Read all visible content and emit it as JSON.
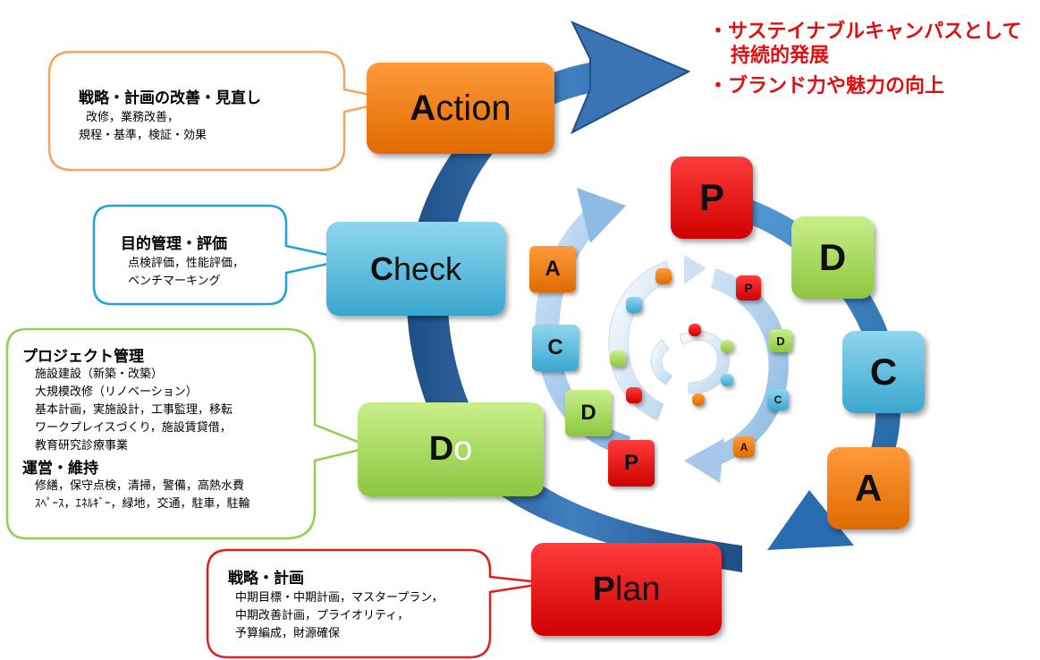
{
  "colors": {
    "plan": "#ff0000",
    "do": "#92d050",
    "check": "#4bacc6",
    "action": "#f07c00",
    "goal_text": "#e01010",
    "arrow": "#2e6da4"
  },
  "goals": [
    "・サステイナブルキャンパスとして",
    "持続的発展",
    "・ブランド力や魅力の向上"
  ],
  "phases": {
    "action": {
      "initial": "A",
      "rest": "ction"
    },
    "check": {
      "initial": "C",
      "rest": "heck"
    },
    "do": {
      "initial": "D",
      "rest": "o"
    },
    "plan": {
      "initial": "P",
      "rest": "lan"
    }
  },
  "callouts": {
    "action": {
      "title": "戦略・計画の改善・見直し",
      "lines": [
        "改修，業務改善，",
        "規程・基準，検証・効果"
      ]
    },
    "check": {
      "title": "目的管理・評価",
      "lines": [
        "点検評価，性能評価，",
        "ベンチマーキング"
      ]
    },
    "do": {
      "title": "プロジェクト管理",
      "lines": [
        "施設建設（新築・改築）",
        "大規模改修（リノベーション）",
        "基本計画，実施設計，工事監理，移転",
        "ワークプレイスづくり，施設賃貸借，",
        "教育研究診療事業"
      ],
      "title2": "運営・維持",
      "lines2": [
        "修繕，保守点検，清掃，警備，高熱水費",
        "ｽﾍﾟｰｽ，ｴﾈﾙｷﾞｰ，緑地，交通，駐車，駐輪"
      ]
    },
    "plan": {
      "title": "戦略・計画",
      "lines": [
        "中期目標・中期計画，マスタープラン，",
        "中期改善計画，プライオリティ，",
        "予算編成，財源確保"
      ]
    }
  },
  "cycle2": [
    "P",
    "D",
    "C",
    "A"
  ],
  "cycle3": [
    "P",
    "D",
    "C",
    "A"
  ],
  "cycle4": [
    "P",
    "D",
    "C",
    "A"
  ]
}
